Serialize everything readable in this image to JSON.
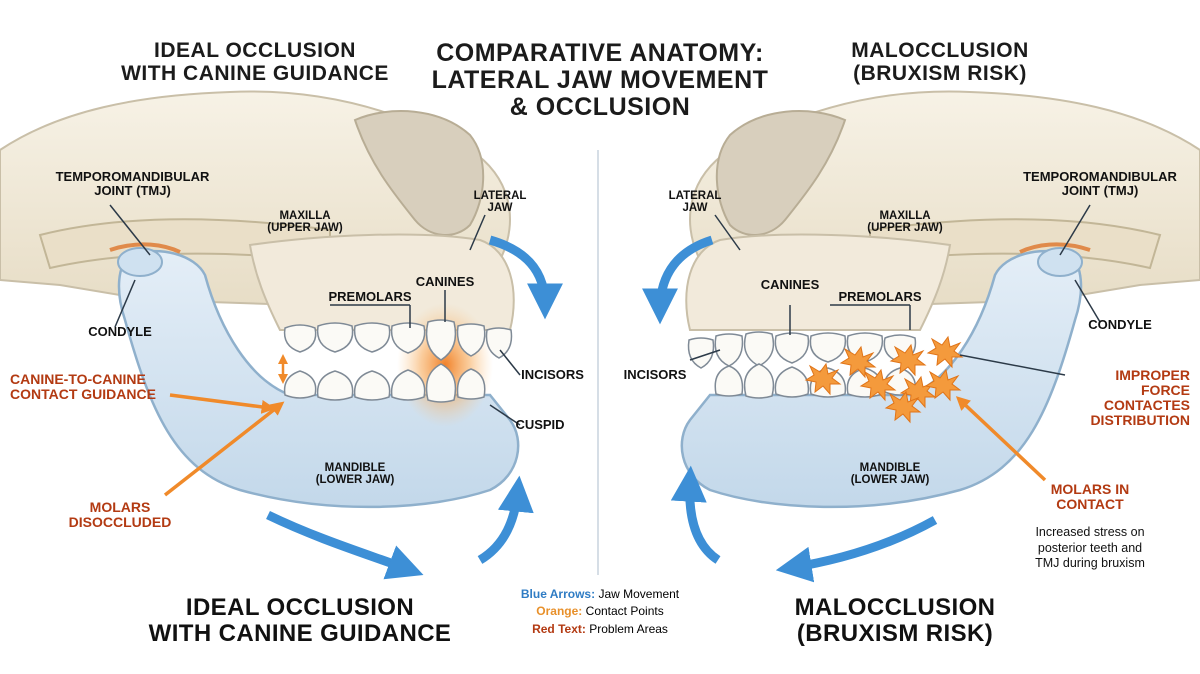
{
  "title": "COMPARATIVE ANATOMY: LATERAL JAW MOVEMENT & OCCLUSION",
  "title_lines": [
    "COMPARATIVE ANATOMY:",
    "LATERAL JAW MOVEMENT",
    "& OCCLUSION"
  ],
  "left_panel": {
    "heading_lines": [
      "IDEAL OCCLUSION",
      "WITH CANINE GUIDANCE"
    ],
    "bottom_heading_lines": [
      "IDEAL OCCLUSION",
      "WITH CANINE GUIDANCE"
    ],
    "labels": {
      "tmj_lines": [
        "TEMPOROMANDIBULAR",
        "JOINT (TMJ)"
      ],
      "maxilla_lines": [
        "MAXILLA",
        "(UPPER JAW)"
      ],
      "lateral_jaw_lines": [
        "LATERAL",
        "JAW"
      ],
      "premolars": "PREMOLARS",
      "canines": "CANINES",
      "condyle": "CONDYLE",
      "incisors": "INCISORS",
      "cuspid": "CUSPID",
      "mandible_lines": [
        "MANDIBLE",
        "(LOWER JAW)"
      ]
    },
    "red_labels": {
      "canine_contact_lines": [
        "CANINE-TO-CANINE",
        "CONTACT GUIDANCE"
      ],
      "molars_lines": [
        "MOLARS",
        "DISOCCLUDED"
      ]
    }
  },
  "right_panel": {
    "heading_lines": [
      "MALOCCLUSION",
      "(BRUXISM RISK)"
    ],
    "bottom_heading_lines": [
      "MALOCCLUSION",
      "(BRUXISM RISK)"
    ],
    "labels": {
      "lateral_jaw_lines": [
        "LATERAL",
        "JAW"
      ],
      "maxilla_lines": [
        "MAXILLA",
        "(UPPER JAW)"
      ],
      "tmj_lines": [
        "TEMPOROMANDIBULAR",
        "JOINT (TMJ)"
      ],
      "canines": "CANINES",
      "premolars": "PREMOLARS",
      "condyle": "CONDYLE",
      "incisors": "INCISORS",
      "mandible_lines": [
        "MANDIBLE",
        "(LOWER JAW)"
      ]
    },
    "red_labels": {
      "improper_lines": [
        "IMPROPER",
        "FORCE",
        "CONTACTES",
        "DISTRIBUTION"
      ],
      "molars_lines": [
        "MOLARS IN",
        "CONTACT"
      ]
    },
    "note_lines": [
      "Increased stress on",
      "posterior teeth and",
      "TMJ during bruxism"
    ]
  },
  "legend": {
    "items": [
      {
        "key": "Blue Arrows:",
        "value": "Jaw Movement",
        "color": "#2f7cc4"
      },
      {
        "key": "Orange:",
        "value": "Contact Points",
        "color": "#e8902a"
      },
      {
        "key": "Red Text:",
        "value": "Problem Areas",
        "color": "#b33a12"
      }
    ]
  },
  "colors": {
    "bone": "#f3ecdc",
    "bone_shadow": "#d9d3c4",
    "mandible": "#d6e6f3",
    "mandible_edge": "#8fb0cc",
    "tooth": "#fbfaf6",
    "contact_orange": "#f49a3c",
    "arrow_blue": "#3d8fd6",
    "problem_red": "#b33a12",
    "ink": "#2c3a48"
  }
}
